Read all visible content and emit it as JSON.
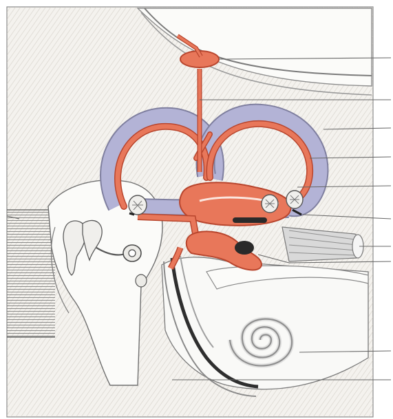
{
  "figure": {
    "description_visible_text": "",
    "colors": {
      "paper": "#f7f6f2",
      "pencil": "#4a4a4a",
      "hatch": "#b9b5ad",
      "endolymph_orange": "#e8775a",
      "perilymph_lilac": "#b3b3d6",
      "dark_canal": "#2b2b2b",
      "nerve_gray": "#9a9a9a"
    },
    "structures": [
      "endolymphatic-sac",
      "endolymphatic-duct",
      "semicircular-canals",
      "ampullae",
      "utricle",
      "saccule",
      "cochlear-duct",
      "cochlea",
      "vestibulocochlear-nerve",
      "stapes",
      "incus",
      "malleus",
      "tympanic-membrane",
      "external-auditory-canal",
      "round-window"
    ],
    "leader_line_count": 11
  }
}
